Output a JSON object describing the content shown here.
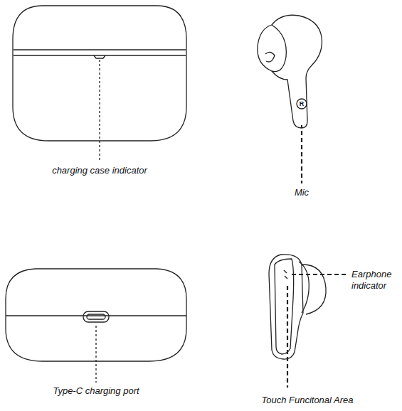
{
  "diagram": {
    "labels": [
      "charging case indicator",
      "Mic",
      "R",
      "Earphone indicator",
      "Type-C charging port",
      "Touch Funcitonal Area"
    ]
  }
}
